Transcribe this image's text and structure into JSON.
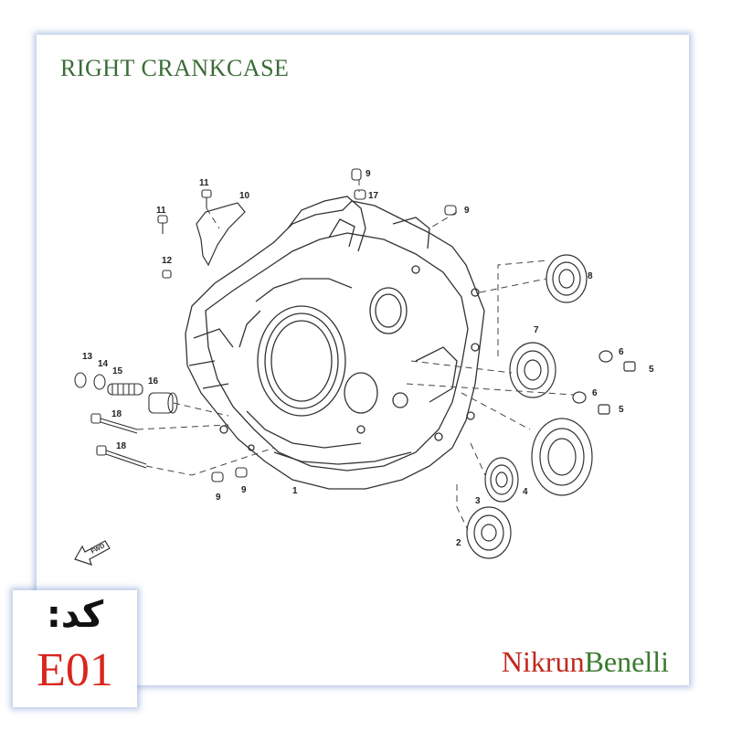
{
  "title": "RIGHT CRANKCASE",
  "brand": {
    "part1": "Nikrun",
    "part2": "Benelli",
    "color1": "#c0281e",
    "color2": "#3a7a2e"
  },
  "code": {
    "label": "کد:",
    "value": "E01",
    "value_color": "#d9261c"
  },
  "arrow_icon_text": "FWD",
  "callouts": [
    {
      "id": "c1",
      "text": "1"
    },
    {
      "id": "c2",
      "text": "2"
    },
    {
      "id": "c3",
      "text": "3"
    },
    {
      "id": "c4",
      "text": "4"
    },
    {
      "id": "c5a",
      "text": "5"
    },
    {
      "id": "c5b",
      "text": "5"
    },
    {
      "id": "c6a",
      "text": "6"
    },
    {
      "id": "c6b",
      "text": "6"
    },
    {
      "id": "c7",
      "text": "7"
    },
    {
      "id": "c8",
      "text": "8"
    },
    {
      "id": "c9a",
      "text": "9"
    },
    {
      "id": "c9b",
      "text": "9"
    },
    {
      "id": "c9c",
      "text": "9"
    },
    {
      "id": "c9d",
      "text": "9"
    },
    {
      "id": "c10",
      "text": "10"
    },
    {
      "id": "c11a",
      "text": "11"
    },
    {
      "id": "c11b",
      "text": "11"
    },
    {
      "id": "c12",
      "text": "12"
    },
    {
      "id": "c13",
      "text": "13"
    },
    {
      "id": "c14",
      "text": "14"
    },
    {
      "id": "c15",
      "text": "15"
    },
    {
      "id": "c16",
      "text": "16"
    },
    {
      "id": "c17",
      "text": "17"
    },
    {
      "id": "c18a",
      "text": "18"
    },
    {
      "id": "c18b",
      "text": "18"
    }
  ]
}
